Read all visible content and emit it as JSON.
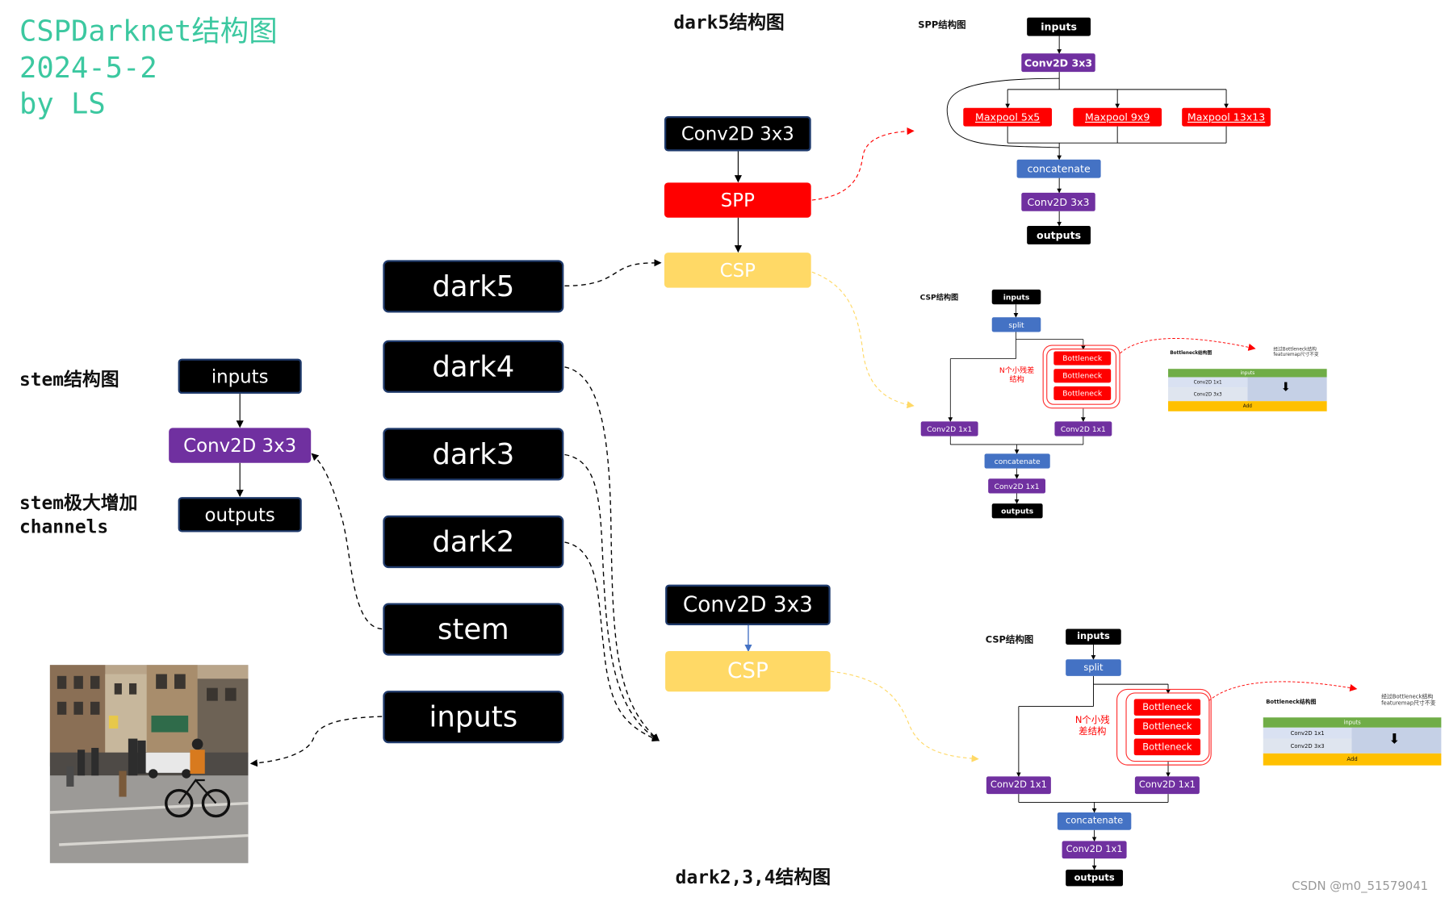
{
  "header": {
    "line1": "CSPDarknet结构图",
    "line2": "2024-5-2",
    "line3": "by LS"
  },
  "labels": {
    "dark5_title": "dark5结构图",
    "dark234_title": "dark2,3,4结构图",
    "stem_title": "stem结构图",
    "stem_note": "stem极大增加channels"
  },
  "backbone": [
    "dark5",
    "dark4",
    "dark3",
    "dark2",
    "stem",
    "inputs"
  ],
  "stem": {
    "inputs": "inputs",
    "conv": "Conv2D 3x3",
    "outputs": "outputs"
  },
  "dark5_block": {
    "conv": "Conv2D 3x3",
    "spp": "SPP",
    "csp": "CSP"
  },
  "dark234_block": {
    "conv": "Conv2D 3x3",
    "csp": "CSP"
  },
  "spp": {
    "title": "SPP结构图",
    "inputs": "inputs",
    "conv_top": "Conv2D 3x3",
    "pools": [
      "Maxpool 5x5",
      "Maxpool 9x9",
      "Maxpool 13x13"
    ],
    "concat": "concatenate",
    "conv_bottom": "Conv2D 3x3",
    "outputs": "outputs"
  },
  "csp_small": {
    "title": "CSP结构图",
    "inputs": "inputs",
    "split": "split",
    "bottlenecks": [
      "Bottleneck",
      "Bottleneck",
      "Bottleneck"
    ],
    "residual_note": "N个小残差结构",
    "conv_left": "Conv2D 1x1",
    "conv_right": "Conv2D 1x1",
    "concat": "concatenate",
    "conv_out": "Conv2D 1x1",
    "outputs": "outputs",
    "bottleneck_title": "Bottleneck结构图",
    "bottleneck_note": "经过Bottleneck结构featuremap尺寸不变",
    "table": {
      "inputs": "inputs",
      "row1": "Conv2D 1x1",
      "row2": "Conv2D 3x3",
      "add": "Add"
    }
  },
  "csp_large": {
    "title": "CSP结构图",
    "inputs": "inputs",
    "split": "split",
    "bottlenecks": [
      "Bottleneck",
      "Bottleneck",
      "Bottleneck"
    ],
    "residual_note": "N个小残差结构",
    "conv_left": "Conv2D 1x1",
    "conv_right": "Conv2D 1x1",
    "concat": "concatenate",
    "conv_out": "Conv2D 1x1",
    "outputs": "outputs",
    "bottleneck_title": "Bottleneck结构图",
    "bottleneck_note": "经过Bottleneck结构featuremap尺寸不变",
    "table": {
      "inputs": "inputs",
      "row1": "Conv2D 1x1",
      "row2": "Conv2D 3x3",
      "add": "Add"
    }
  },
  "watermark": "CSDN @m0_51579041",
  "colors": {
    "title": "#3cc8a0",
    "black_block": "#000000",
    "purple": "#7030a0",
    "red": "#ff0000",
    "yellow": "#ffd966",
    "blue": "#4472c4",
    "green": "#70ad47",
    "gold": "#ffc000"
  }
}
